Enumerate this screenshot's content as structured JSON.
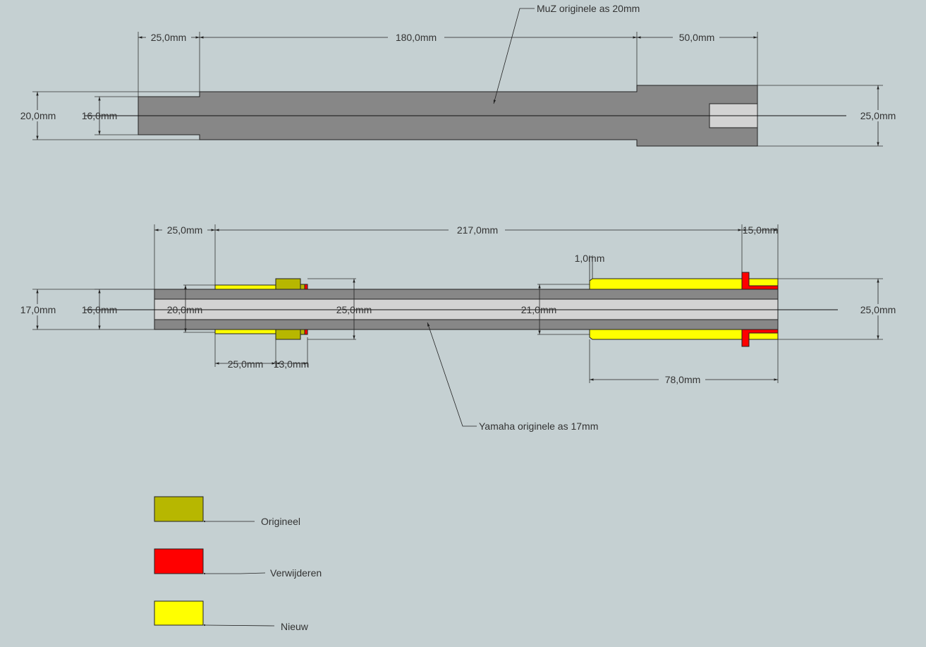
{
  "colors": {
    "background": "#c5d0d2",
    "shaft_dark": "#878787",
    "bore_light": "#d3d3d3",
    "origineel": "#b7b700",
    "verwijderen": "#ff0000",
    "nieuw": "#ffff00"
  },
  "muz_shaft": {
    "callout": "MuZ originele as 20mm",
    "dims": {
      "left_len": "25,0mm",
      "mid_len": "180,0mm",
      "right_len": "50,0mm",
      "outer_diameter": "20,0mm",
      "inner_diameter": "16,0mm",
      "right_diameter": "25,0mm"
    }
  },
  "yamaha_shaft": {
    "callout": "Yamaha originele as 17mm",
    "dims": {
      "left_len": "25,0mm",
      "mid_len": "217,0mm",
      "right_len": "15,0mm",
      "small_step": "1,0mm",
      "outer_diameter": "17,0mm",
      "inner_diameter": "16,0mm",
      "bush_left_diameter": "20,0mm",
      "bush_mid_diameter": "25,0mm",
      "bush_right_diameter": "21,0mm",
      "right_diameter": "25,0mm",
      "bush_left_len": "25,0mm",
      "ring_len": "13,0mm",
      "sleeve_len": "78,0mm"
    }
  },
  "legend": {
    "items": [
      {
        "label": "Origineel",
        "color": "#b7b700"
      },
      {
        "label": "Verwijderen",
        "color": "#ff0000"
      },
      {
        "label": "Nieuw",
        "color": "#ffff00"
      }
    ]
  }
}
